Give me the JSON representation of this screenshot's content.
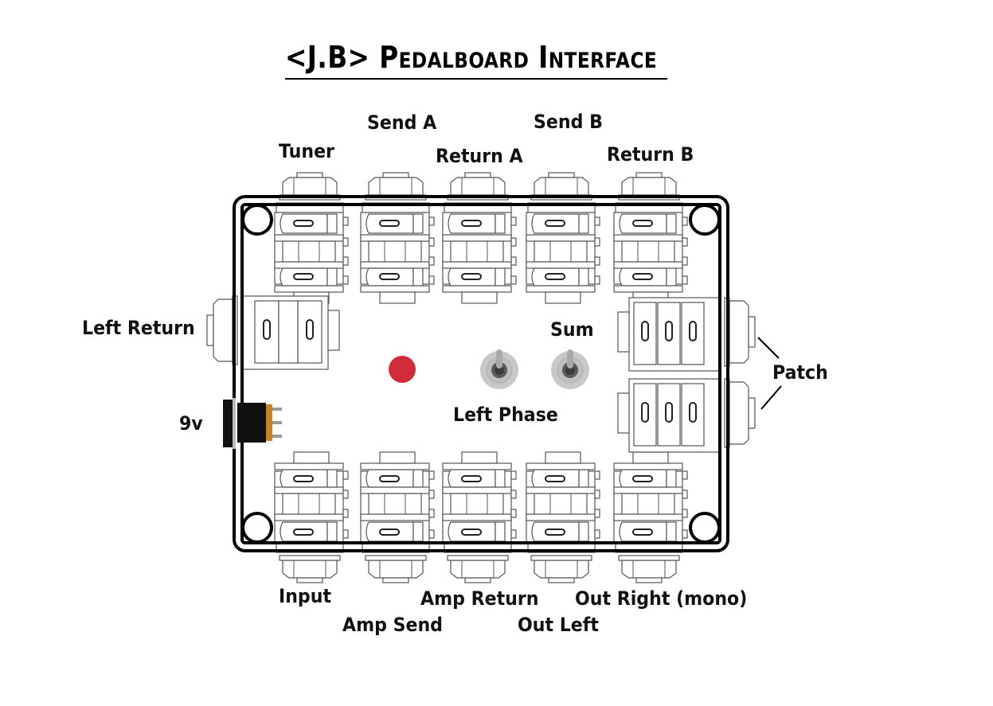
{
  "title": "<J.B> Pedalboard Interface",
  "top_jacks": [
    {
      "id": "tuner",
      "label": "Tuner"
    },
    {
      "id": "send-a",
      "label": "Send A"
    },
    {
      "id": "return-a",
      "label": "Return A"
    },
    {
      "id": "send-b",
      "label": "Send B"
    },
    {
      "id": "return-b",
      "label": "Return B"
    }
  ],
  "bottom_jacks": [
    {
      "id": "input",
      "label": "Input"
    },
    {
      "id": "amp-send",
      "label": "Amp Send"
    },
    {
      "id": "amp-return",
      "label": "Amp Return"
    },
    {
      "id": "out-left",
      "label": "Out Left"
    },
    {
      "id": "out-right",
      "label": "Out Right (mono)"
    }
  ],
  "side_jacks": {
    "left_return": "Left Return",
    "patch": "Patch"
  },
  "power": {
    "label": "9v"
  },
  "controls": {
    "led_color": "#d12b3a",
    "left_phase_label": "Left Phase",
    "sum_label": "Sum"
  },
  "colors": {
    "outline": "#000000",
    "jack_stroke": "#555555",
    "toggle_outer": "#c8c8c8",
    "dc_barrel": "#c8851f"
  }
}
